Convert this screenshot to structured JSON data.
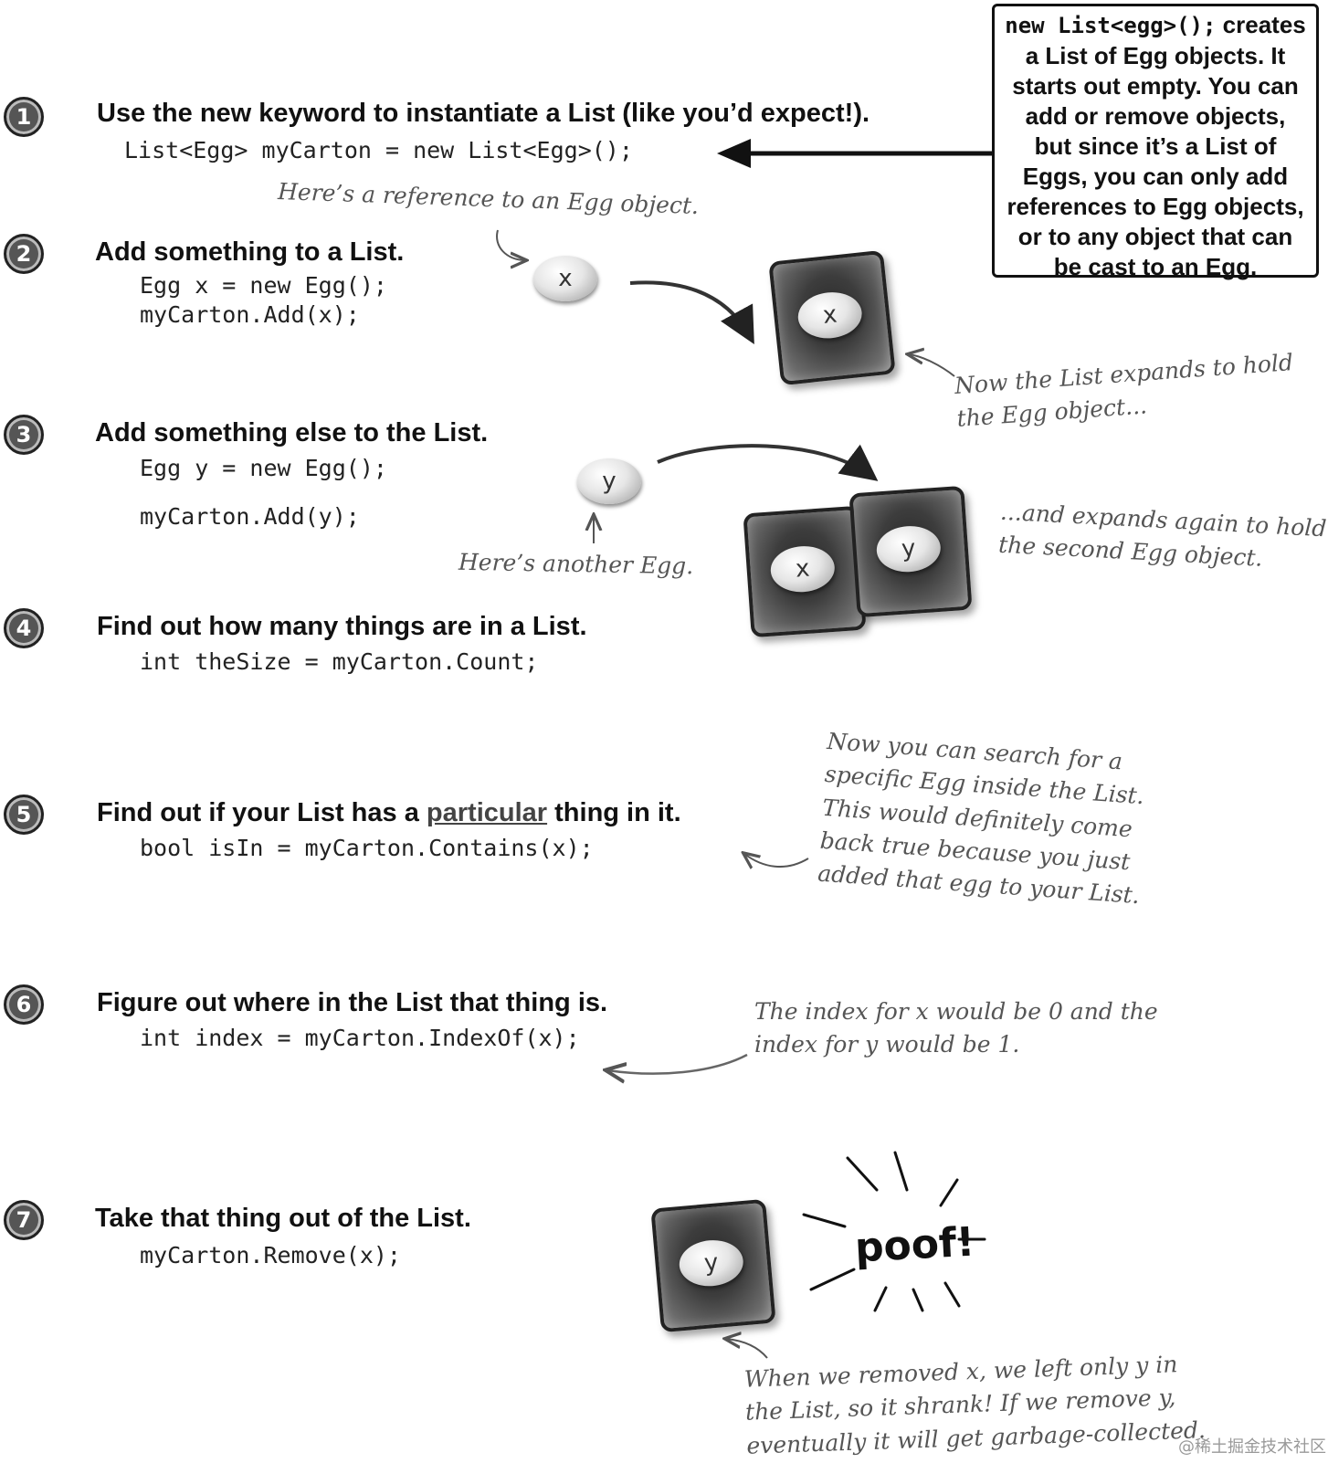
{
  "callout": {
    "code": "new List<egg>();",
    "text_1": " creates",
    "lines": [
      "a List of Egg objects. It",
      "starts out empty. You can",
      "add or remove objects,",
      "but since it’s a List of",
      "Eggs, you can only add",
      "references to Egg objects,",
      "or to any object that can",
      "be cast to an Egg."
    ]
  },
  "steps": [
    {
      "number": "1",
      "heading": "Use the new keyword to instantiate a List (like you’d expect!).",
      "code": [
        "List<Egg> myCarton = new List<Egg>();"
      ]
    },
    {
      "number": "2",
      "heading": "Add something to a List.",
      "code": [
        "Egg x = new Egg();",
        "myCarton.Add(x);"
      ]
    },
    {
      "number": "3",
      "heading": "Add something else to the List.",
      "code": [
        "Egg y = new Egg();",
        "myCarton.Add(y);"
      ]
    },
    {
      "number": "4",
      "heading": "Find out how many things are in a List.",
      "code": [
        "int theSize = myCarton.Count;"
      ]
    },
    {
      "number": "5",
      "heading_a": "Find out if your List has a ",
      "heading_u": "particular",
      "heading_b": " thing in it.",
      "code": [
        "bool isIn = myCarton.Contains(x);"
      ]
    },
    {
      "number": "6",
      "heading": "Figure out where in the List that thing is.",
      "code": [
        "int index = myCarton.IndexOf(x);"
      ]
    },
    {
      "number": "7",
      "heading": "Take that thing out of the List.",
      "code": [
        "myCarton.Remove(x);"
      ]
    }
  ],
  "notes": {
    "egg_reference": "Here’s a reference to an Egg object.",
    "expands_1": [
      "Now the List expands to hold",
      "the Egg object..."
    ],
    "another_egg": "Here’s another Egg.",
    "expands_2": [
      "...and expands again to hold",
      "the second Egg object."
    ],
    "search": [
      "Now you can search for a",
      "specific Egg inside the List.",
      "This would definitely come",
      "back true because you just",
      "added that egg to your List."
    ],
    "index": [
      "The index for x would be 0 and the",
      "index for y would be 1."
    ],
    "removed": [
      "When we removed x, we left only y in",
      "the List, so it shrank! If we remove y,",
      "eventually it will get garbage-collected."
    ]
  },
  "eggs": {
    "x": "x",
    "y": "y"
  },
  "poof": "poof!",
  "watermark": "@稀土掘金技术社区"
}
